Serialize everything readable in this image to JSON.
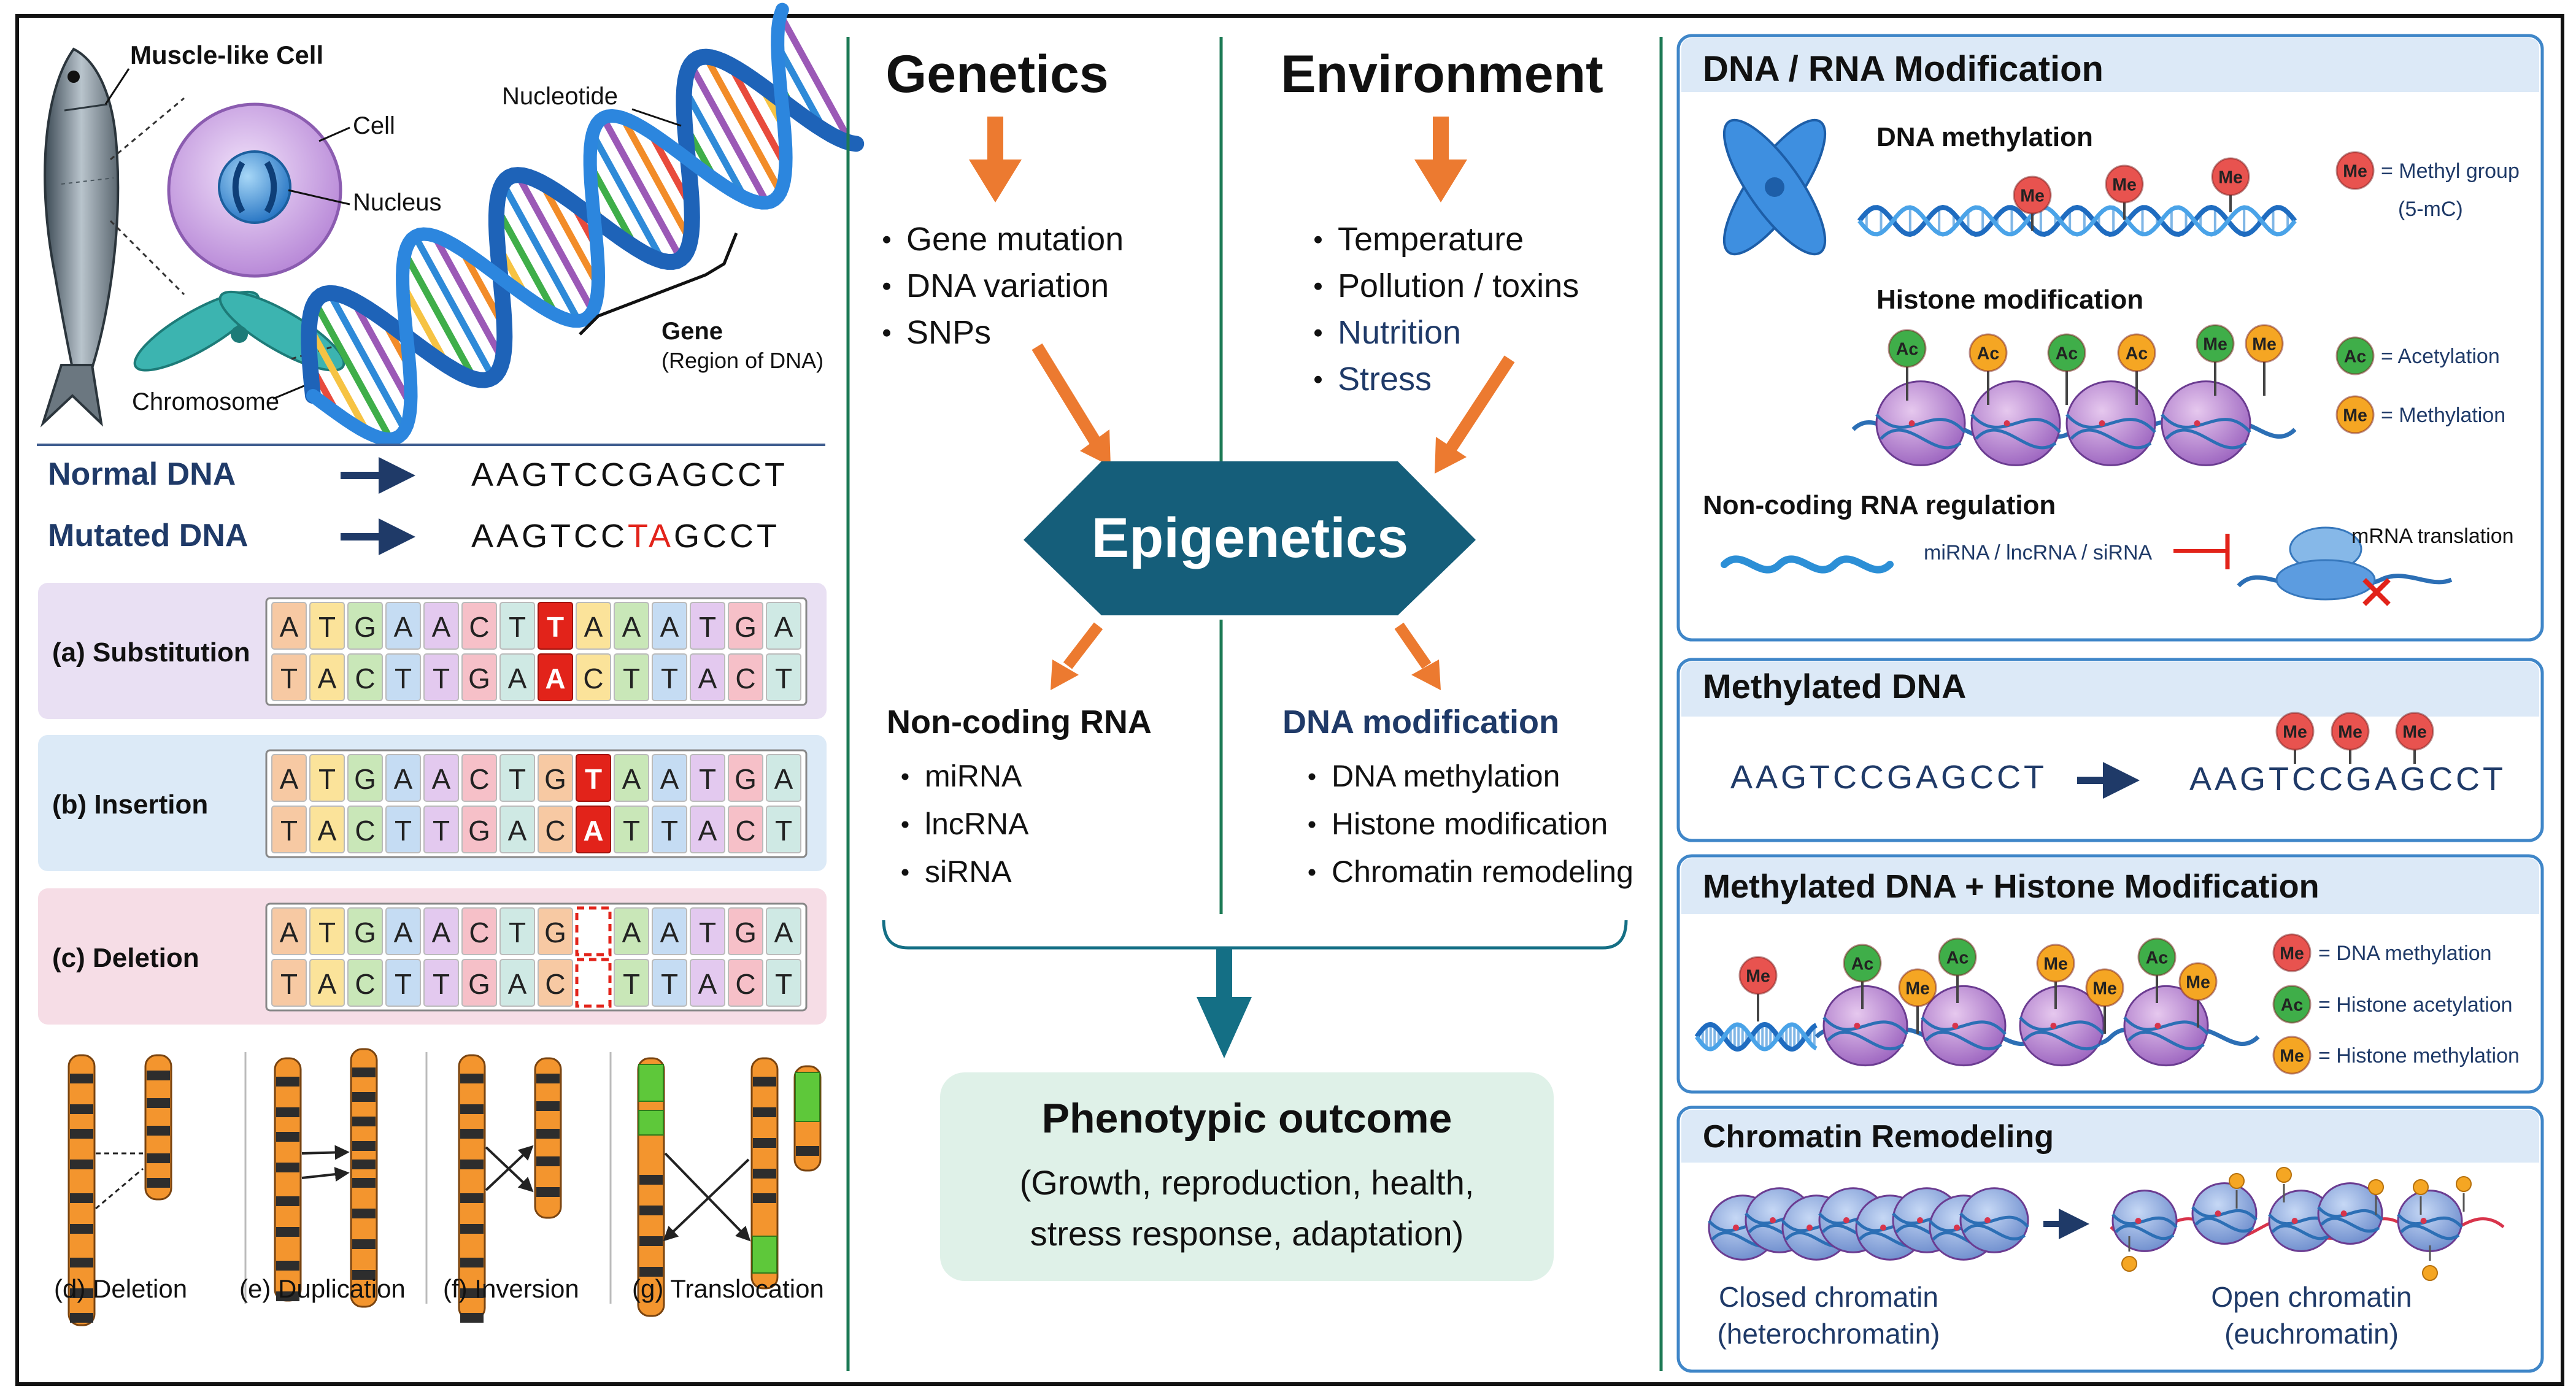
{
  "left": {
    "fish_label": "Muscle-like Cell",
    "cell_label": "Cell",
    "nucleus_label": "Nucleus",
    "chromosome_label": "Chromosome",
    "nucleotide_label": "Nucleotide",
    "gene_label": "Gene",
    "gene_sub": "(Region of DNA)",
    "normal_label": "Normal DNA",
    "normal_seq": "AAGTCCGAGCCT",
    "mutated_label": "Mutated DNA",
    "mutated_seq_a": "AAGTCC",
    "mutated_seq_b": "TA",
    "mutated_seq_c": "GCCT",
    "mutations": [
      {
        "label": "(a) Substitution",
        "top": [
          "A",
          "T",
          "G",
          "A",
          "A",
          "C",
          "T",
          "T",
          "A",
          "A",
          "A",
          "T",
          "G",
          "A"
        ],
        "bottom": [
          "T",
          "A",
          "C",
          "T",
          "T",
          "G",
          "A",
          "A",
          "C",
          "T",
          "T",
          "A",
          "C",
          "T"
        ],
        "highlight": 7
      },
      {
        "label": "(b) Insertion",
        "top": [
          "A",
          "T",
          "G",
          "A",
          "A",
          "C",
          "T",
          "G",
          "T",
          "A",
          "A",
          "T",
          "G",
          "A"
        ],
        "bottom": [
          "T",
          "A",
          "C",
          "T",
          "T",
          "G",
          "A",
          "C",
          "A",
          "T",
          "T",
          "A",
          "C",
          "T"
        ],
        "highlight": 8
      },
      {
        "label": "(c) Deletion",
        "top": [
          "A",
          "T",
          "G",
          "A",
          "A",
          "C",
          "T",
          "G",
          "",
          "A",
          "A",
          "T",
          "G",
          "A"
        ],
        "bottom": [
          "T",
          "A",
          "C",
          "T",
          "T",
          "G",
          "A",
          "C",
          "",
          "T",
          "T",
          "A",
          "C",
          "T"
        ],
        "highlight": 8
      }
    ],
    "chromosome_types": [
      "(d) Deletion",
      "(e) Duplication",
      "(f) Inversion",
      "(g) Translocation"
    ]
  },
  "center": {
    "genetics_title": "Genetics",
    "genetics_items": [
      "Gene mutation",
      "DNA variation",
      "SNPs"
    ],
    "environment_title": "Environment",
    "environment_items": [
      "Temperature",
      "Pollution / toxins",
      "Nutrition",
      "Stress"
    ],
    "epigenetics": "Epigenetics",
    "ncrna_title": "Non-coding RNA",
    "ncrna_items": [
      "miRNA",
      "lncRNA",
      "siRNA"
    ],
    "dnamod_title": "DNA modification",
    "dnamod_items": [
      "DNA methylation",
      "Histone modification",
      "Chromatin remodeling"
    ],
    "outcome_title": "Phenotypic outcome",
    "outcome_line1": "(Growth, reproduction, health,",
    "outcome_line2": "stress response, adaptation)"
  },
  "right": {
    "panel1_title": "DNA / RNA Modification",
    "dna_methylation": "DNA methylation",
    "me": "Me",
    "ac": "Ac",
    "methyl_group": "= Methyl group",
    "five_mc": "(5-mC)",
    "histone_modification": "Histone modification",
    "acetylation": "= Acetylation",
    "methylation": "= Methylation",
    "ncrna_regulation": "Non-coding RNA regulation",
    "mirna_label": "miRNA / lncRNA / siRNA",
    "mrna_translation": "mRNA translation",
    "panel2_title": "Methylated DNA",
    "methylated_seq": "AAGTCCGAGCCT",
    "methylated_seq_out": "AAGTCCGAGCCT",
    "panel3_title": "Methylated DNA + Histone Modification",
    "legend_dna_meth": "= DNA methylation",
    "legend_hist_acet": "= Histone acetylation",
    "legend_hist_meth": "= Histone methylation",
    "panel4_title": "Chromatin Remodeling",
    "closed_1": "Closed chromatin",
    "closed_2": "(heterochromatin)",
    "open_1": "Open chromatin",
    "open_2": "(euchromatin)"
  },
  "colors": {
    "navy": "#1f3a68",
    "arrow_orange": "#ec7a30",
    "teal": "#146f85",
    "divider_green": "#1d7a55",
    "panel_border": "#3f86c8",
    "panel_header": "#dce9f7",
    "mutation_red": "#e2231a",
    "me_red": "#e8534f",
    "ac_green": "#3fae49",
    "me_orange": "#f5a623",
    "outcome_bg": "#dff1e8"
  }
}
